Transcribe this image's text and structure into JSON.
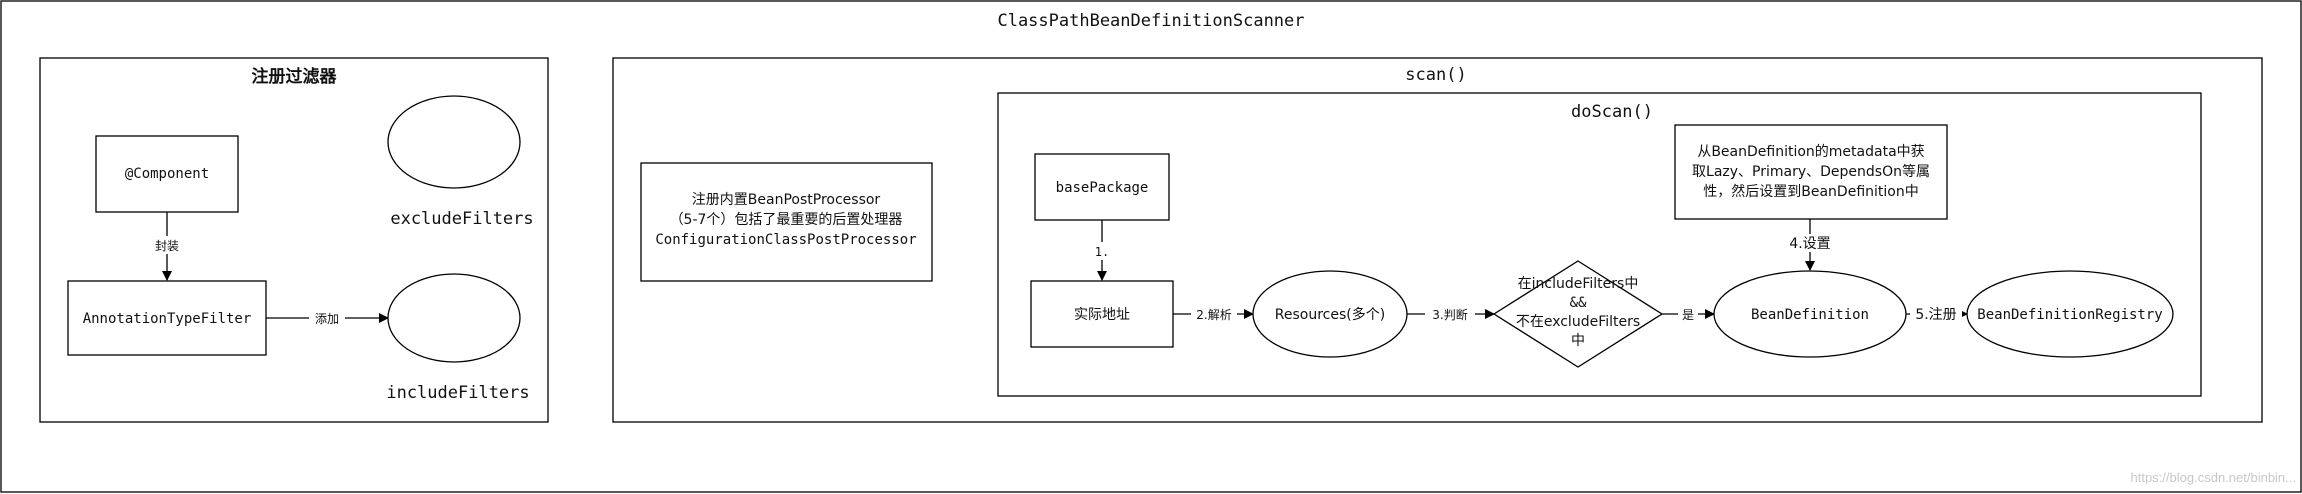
{
  "title": "ClassPathBeanDefinitionScanner",
  "filter_panel": {
    "title": "注册过滤器",
    "component_label": "@Component",
    "wrap_label": "封装",
    "annotation_filter_label": "AnnotationTypeFilter",
    "add_label": "添加",
    "exclude_filters_label": "excludeFilters",
    "include_filters_label": "includeFilters"
  },
  "scan_panel": {
    "title": "scan()",
    "processor_note": [
      "注册内置BeanPostProcessor",
      "（5-7个）包括了最重要的后置处理器",
      "ConfigurationClassPostProcessor"
    ]
  },
  "doscan_panel": {
    "title": "doScan()",
    "base_package_label": "basePackage",
    "step1_label": "1.",
    "actual_address_label": "实际地址",
    "step2_label": "2.解析",
    "resources_label": "Resources(多个)",
    "step3_label": "3.判断",
    "decision_lines": [
      "在includeFilters中",
      "&&",
      "不在excludeFilters",
      "中"
    ],
    "yes_label": "是",
    "bean_definition_label": "BeanDefinition",
    "step4_label": "4.设置",
    "metadata_note": [
      "从BeanDefinition的metadata中获",
      "取Lazy、Primary、DependsOn等属",
      "性，然后设置到BeanDefinition中"
    ],
    "step5_label": "5.注册",
    "registry_label": "BeanDefinitionRegistry"
  },
  "watermark": "https://blog.csdn.net/binbin..."
}
